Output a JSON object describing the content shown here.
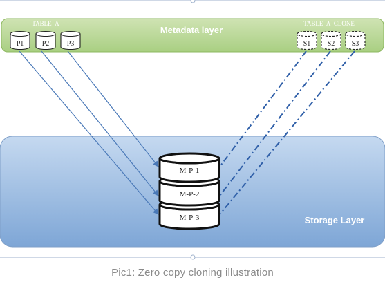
{
  "colors": {
    "metadata_fill_top": "#cfe3b3",
    "metadata_fill_bottom": "#a9cf82",
    "metadata_border": "#8db860",
    "storage_fill_top": "#c5d9f0",
    "storage_fill_bottom": "#7ea6d6",
    "storage_border": "#7f9fc8",
    "arrow_solid": "#4a79b8",
    "arrow_dashdot": "#2f5fa8",
    "text_white": "#ffffff",
    "text_dark": "#1a1a1a",
    "caption": "#8a8a8a"
  },
  "diagram": {
    "metadata_layer": {
      "label": "Metadata layer"
    },
    "storage_layer": {
      "label": "Storage Layer"
    },
    "table_a": {
      "label": "TABLE_A",
      "partitions": [
        "P1",
        "P2",
        "P3"
      ]
    },
    "table_a_clone": {
      "label": "TABLE_A_CLONE",
      "partitions": [
        "S1",
        "S2",
        "S3"
      ]
    },
    "micro_partitions": [
      "M-P-1",
      "M-P-2",
      "M-P-3"
    ]
  },
  "caption": "Pic1: Zero copy cloning illustration"
}
